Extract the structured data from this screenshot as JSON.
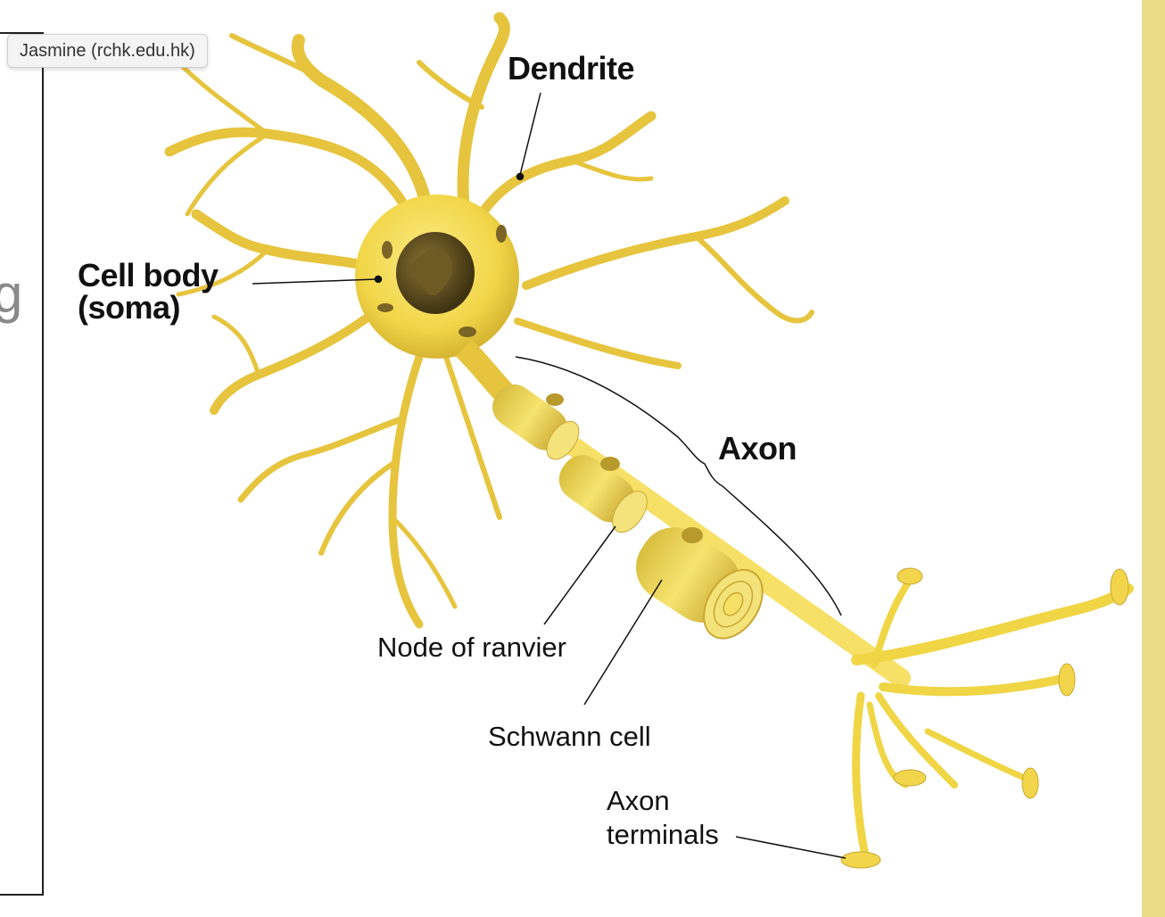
{
  "tooltip": {
    "user": "Jasmine (rchk.edu.hk)"
  },
  "left_panel": {
    "glyph": "g"
  },
  "diagram": {
    "labels": {
      "dendrite": "Dendrite",
      "cell_body": "Cell body",
      "soma": "(soma)",
      "axon": "Axon",
      "node_of_ranvier": "Node of  ranvier",
      "schwann_cell": "Schwann cell",
      "axon_terminals_1": "Axon",
      "axon_terminals_2": "terminals"
    }
  },
  "colors": {
    "accent_strip": "#e9dd88",
    "neuron_yellow": "#f5dc4a",
    "neuron_shadow": "#c9a832",
    "nucleus": "#5a4a1e"
  }
}
